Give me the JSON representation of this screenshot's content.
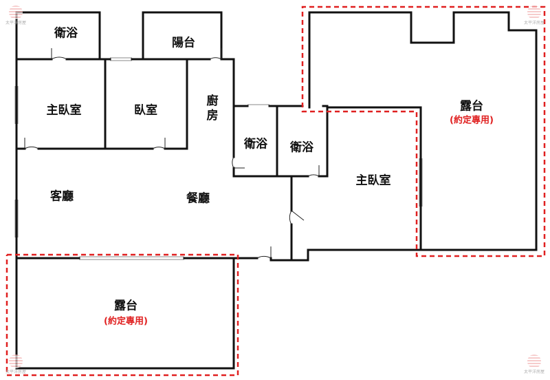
{
  "rooms": {
    "bath_top": "衛浴",
    "balcony": "陽台",
    "master_bed": "主臥室",
    "bedroom": "臥室",
    "kitchen": "廚房",
    "bath_mid": "衛浴",
    "bath_mid2": "衛浴",
    "master_bed2": "主臥室",
    "living": "客廳",
    "dining": "餐廳",
    "terrace_right": "露台",
    "terrace_right_note": "(約定專用)",
    "terrace_bottom": "露台",
    "terrace_bottom_note": "(約定專用)"
  },
  "watermark": {
    "text": "太平洋房屋"
  },
  "colors": {
    "wall": "#111111",
    "exclusive_zone": "#e02020",
    "background": "#ffffff"
  }
}
